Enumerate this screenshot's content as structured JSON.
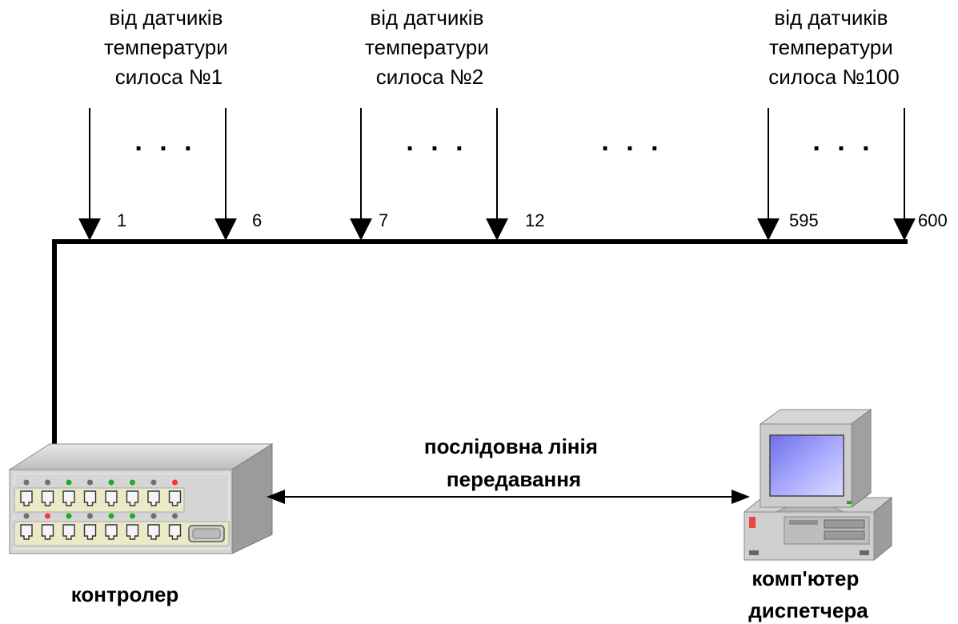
{
  "sources": [
    {
      "lines": [
        "від датчиків",
        "температури",
        "силоса №1"
      ]
    },
    {
      "lines": [
        "від датчиків",
        "температури",
        "силоса №2"
      ]
    },
    {
      "lines": [
        "від датчиків",
        "температури",
        "силоса №100"
      ]
    }
  ],
  "sensor_numbers": [
    "1",
    "6",
    "7",
    "12",
    "595",
    "600"
  ],
  "ellipsis": ". . .",
  "link": {
    "lines": [
      "послідовна лінія",
      "передавання"
    ]
  },
  "controller": {
    "label": "контролер"
  },
  "computer": {
    "lines": [
      "комп'ютер",
      "диспетчера"
    ]
  },
  "colors": {
    "line": "#000000",
    "device_body": "#d4d4d4",
    "screen": "#8c8cff",
    "led_green": "#22aa22",
    "led_red": "#ff3333",
    "led_grey": "#6f6f6f"
  }
}
